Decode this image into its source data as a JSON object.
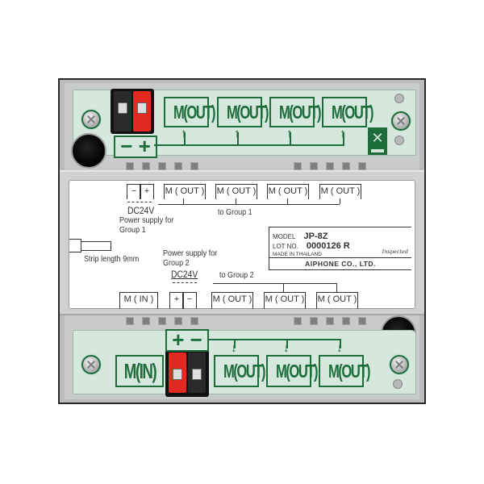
{
  "product": {
    "brand": "AIPHONE CO., LTD.",
    "model_label": "MODEL",
    "model": "JP-8Z",
    "lot_label": "LOT NO.",
    "lot": "0000126 R",
    "origin": "MADE IN THAILAND",
    "inspected": "Inspected"
  },
  "top_terminal": {
    "polarity": "− +",
    "outputs": [
      "M(OUT)",
      "M(OUT)",
      "M(OUT)",
      "M(OUT)"
    ],
    "recycle_icon": "weee-bin-icon"
  },
  "bottom_terminal": {
    "input": "M(IN)",
    "polarity": "+ −",
    "outputs": [
      "M(OUT)",
      "M(OUT)",
      "M(OUT)"
    ]
  },
  "label": {
    "group1": {
      "polarity_minus": "−",
      "polarity_plus": "+",
      "voltage": "DC24V",
      "power_line1": "Power supply for",
      "power_line2": "Group 1",
      "outputs": [
        "M ( OUT )",
        "M ( OUT )",
        "M ( OUT )",
        "M ( OUT )"
      ],
      "to_group": "to Group 1"
    },
    "strip": "Strip length 9mm",
    "group2": {
      "power_line1": "Power supply for",
      "power_line2": "Group 2",
      "voltage": "DC24V",
      "polarity_plus": "+",
      "polarity_minus": "−",
      "input": "M ( IN )",
      "outputs": [
        "M ( OUT )",
        "M ( OUT )",
        "M ( OUT )"
      ],
      "to_group": "to Group 2"
    }
  },
  "colors": {
    "pcb_green": "#d6e8de",
    "print_green": "#1d6d3b",
    "housing_gray": "#c8cacc",
    "connector_red": "#e32a22"
  }
}
